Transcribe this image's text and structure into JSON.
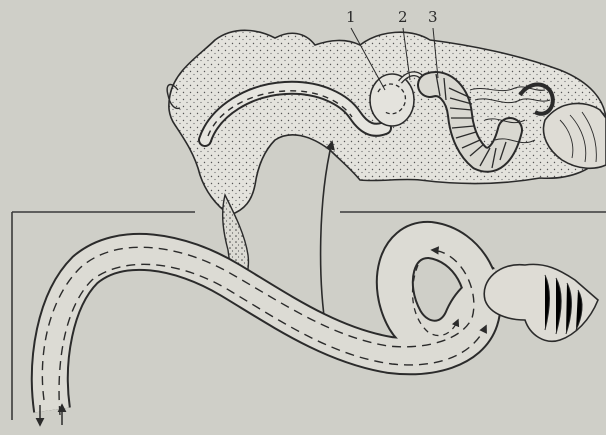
{
  "labels": {
    "one": "1",
    "two": "2",
    "three": "3"
  },
  "colors": {
    "paper": "#cfcfc8",
    "ink": "#2b2b2b",
    "tissue": "#e3e2dc"
  }
}
